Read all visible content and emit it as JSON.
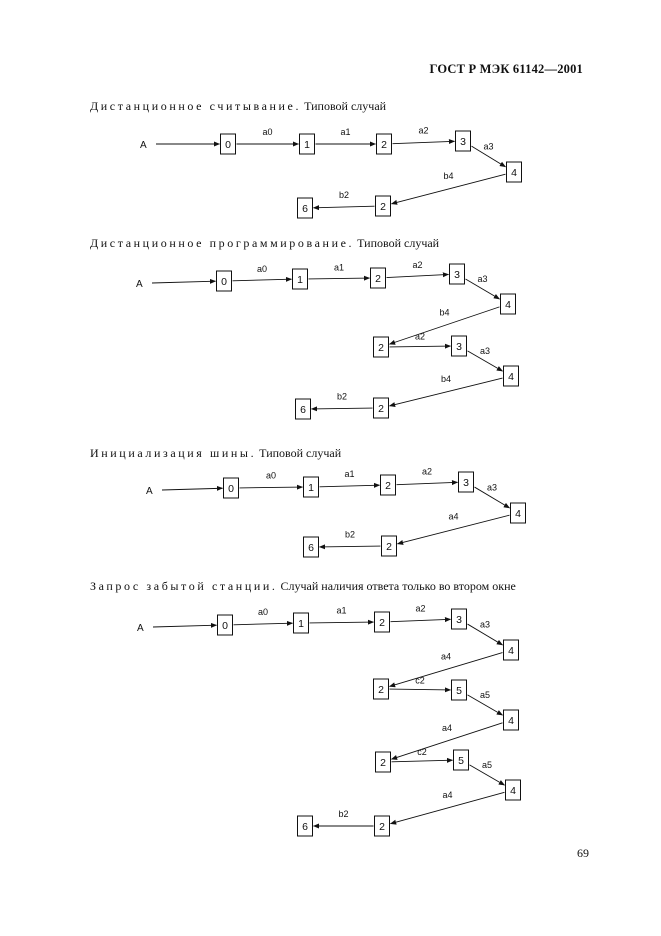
{
  "header": {
    "standard": "ГОСТ Р МЭК 61142—2001"
  },
  "sections": [
    {
      "title_spaced": "Дистанционное считывание.",
      "title_rest": "Типовой случай",
      "start": "А",
      "nodes": [
        "0",
        "1",
        "2",
        "3",
        "4",
        "2",
        "6"
      ],
      "edges": [
        "a0",
        "a1",
        "a2",
        "a3",
        "b4",
        "b2"
      ]
    },
    {
      "title_spaced": "Дистанционное программирование.",
      "title_rest": "Типовой случай",
      "start": "А",
      "nodes": [
        "0",
        "1",
        "2",
        "3",
        "4",
        "2",
        "3",
        "4",
        "2",
        "6"
      ],
      "edges": [
        "a0",
        "a1",
        "a2",
        "a3",
        "b4",
        "a2",
        "a3",
        "b4",
        "b2"
      ]
    },
    {
      "title_spaced": "Инициализация шины.",
      "title_rest": "Типовой случай",
      "start": "А",
      "nodes": [
        "0",
        "1",
        "2",
        "3",
        "4",
        "2",
        "6"
      ],
      "edges": [
        "a0",
        "a1",
        "a2",
        "a3",
        "a4",
        "b2"
      ]
    },
    {
      "title_spaced": "Запрос забытой станции.",
      "title_rest": "Случай наличия ответа только во втором окне",
      "start": "А",
      "nodes": [
        "0",
        "1",
        "2",
        "3",
        "4",
        "2",
        "5",
        "4",
        "2",
        "5",
        "4",
        "2",
        "6"
      ],
      "edges": [
        "a0",
        "a1",
        "a2",
        "a3",
        "a4",
        "c2",
        "a5",
        "a4",
        "c2",
        "a5",
        "a4",
        "b2"
      ]
    }
  ],
  "page_number": "69"
}
